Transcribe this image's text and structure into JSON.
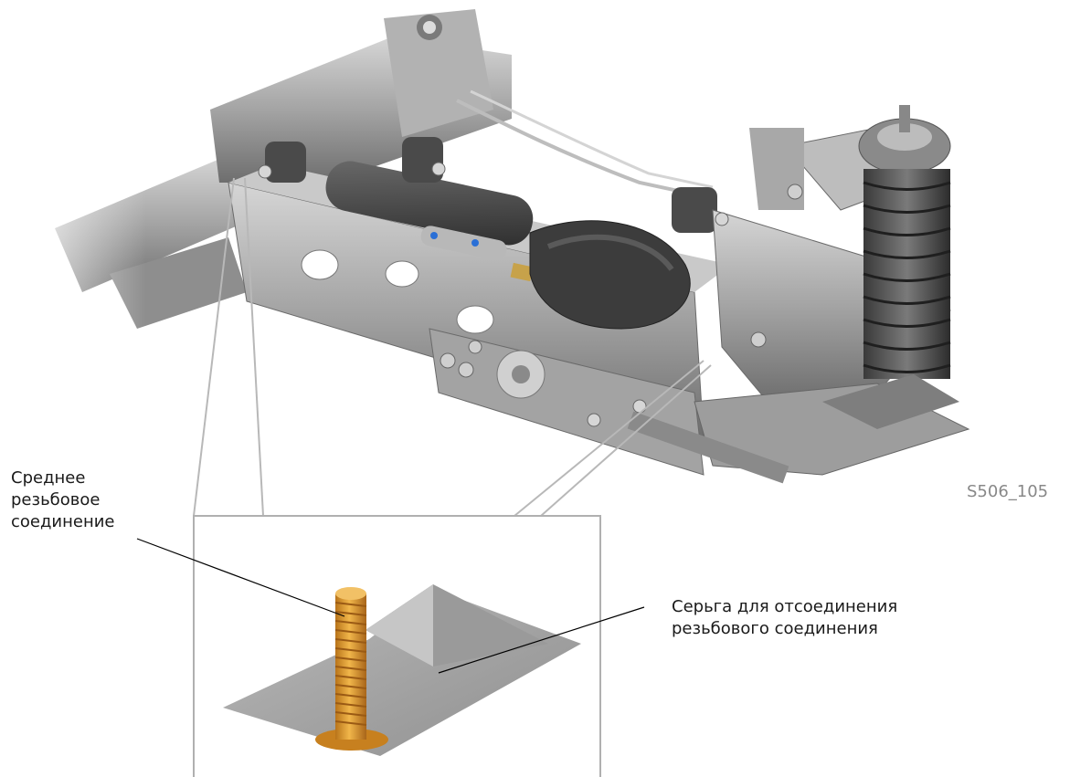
{
  "labels": {
    "middle_bolt_line1": "Среднее",
    "middle_bolt_line2": "резьбовое",
    "middle_bolt_line3": "соединение",
    "lug_line1": "Серьга для отсоединения",
    "lug_line2": "резьбового соединения"
  },
  "figure_code": "S506_105",
  "colors": {
    "metal": "#9c9c9c",
    "metal_light": "#c8c8c8",
    "metal_dark": "#555555",
    "bolt": "#d9922a",
    "inset_border": "#b0b0b0",
    "plate": "#a8a8a8"
  }
}
